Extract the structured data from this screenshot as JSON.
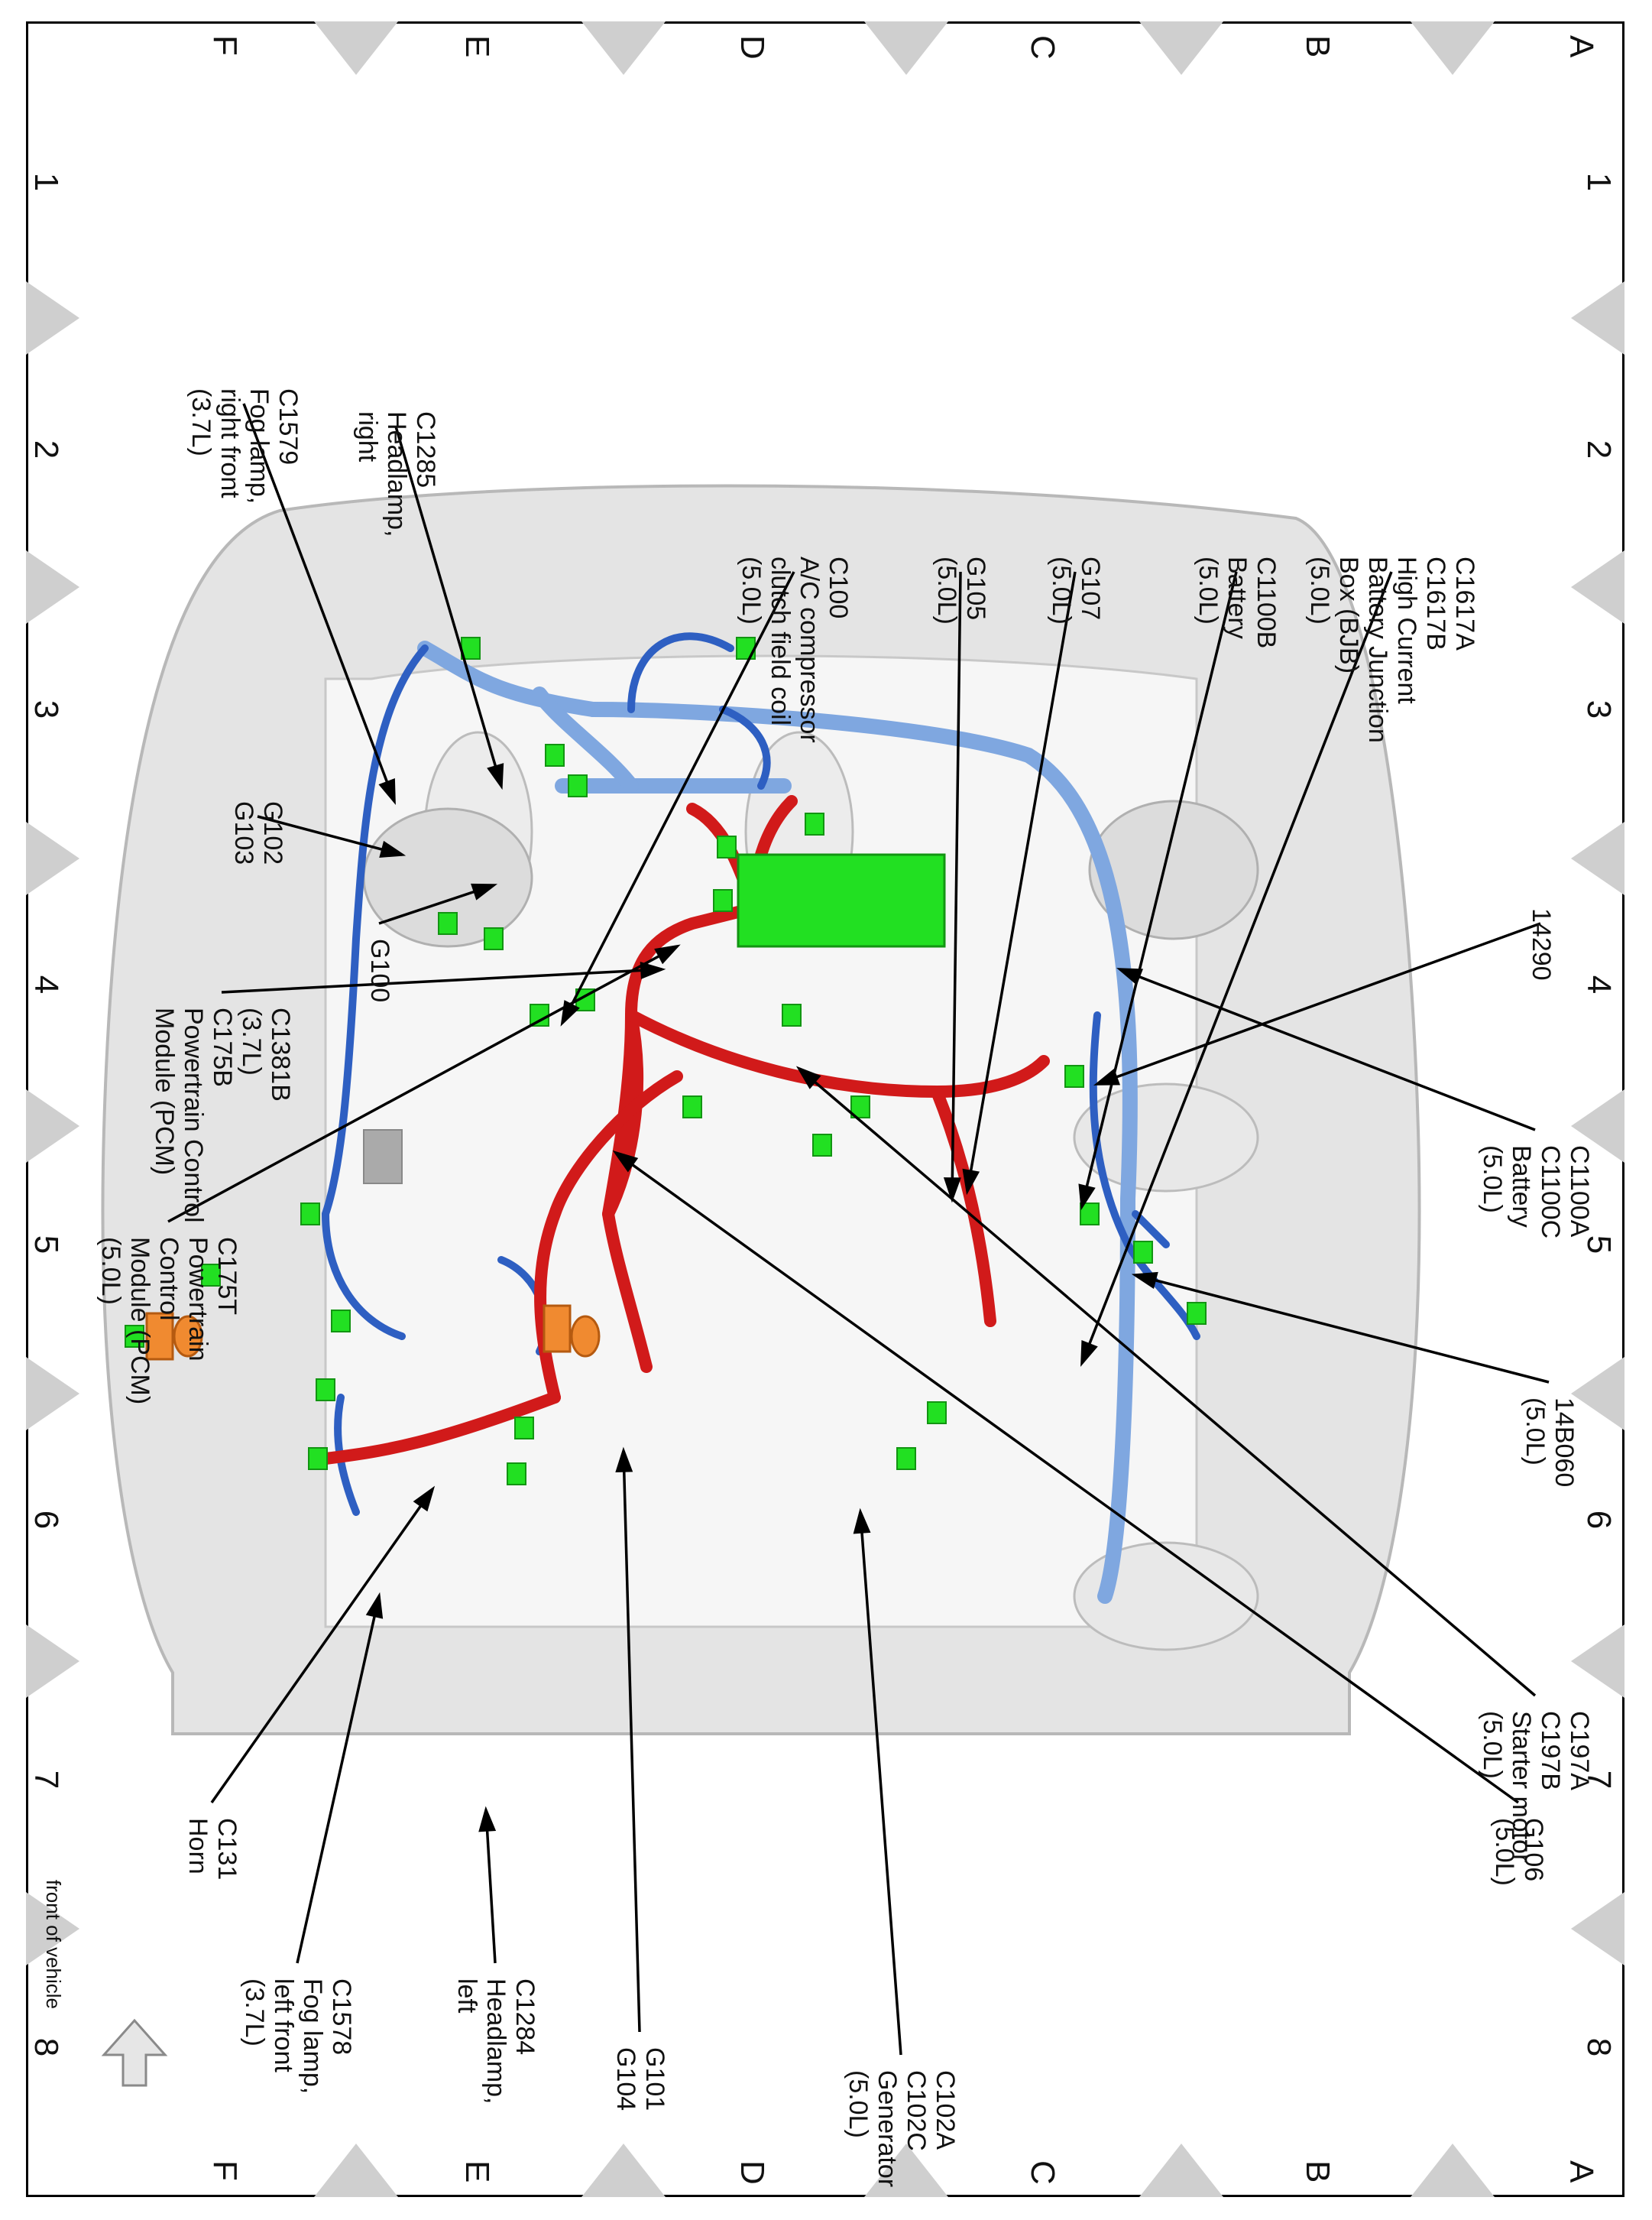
{
  "grid": {
    "columns": [
      "1",
      "2",
      "3",
      "4",
      "5",
      "6",
      "7",
      "8"
    ],
    "rows": [
      "A",
      "B",
      "C",
      "D",
      "E",
      "F"
    ]
  },
  "colors": {
    "power_harness": "#d11a1a",
    "engine_harness": "#2e5fc2",
    "body_harness": "#7fa7e0",
    "connector": "#22e022",
    "component": "#f08a30",
    "vehicle_body": "#e4e4e4",
    "grid_marker": "#cfcfcf"
  },
  "labels": [
    {
      "id": "c1617",
      "lines": [
        "C1617A",
        "C1617B",
        "High Current",
        "Battery Junction",
        "Box (BJB)",
        "(5.0L)"
      ]
    },
    {
      "id": "c1100b",
      "lines": [
        "C1100B",
        "Battery",
        "(5.0L)"
      ]
    },
    {
      "id": "g107",
      "lines": [
        "G107",
        "(5.0L)"
      ]
    },
    {
      "id": "g105",
      "lines": [
        "G105",
        "(5.0L)"
      ]
    },
    {
      "id": "c100",
      "lines": [
        "C100",
        "A/C compressor",
        "clutch field coil",
        "(5.0L)"
      ]
    },
    {
      "id": "c1285",
      "lines": [
        "C1285",
        "Headlamp,",
        "right"
      ]
    },
    {
      "id": "c1579",
      "lines": [
        "C1579",
        "Fog lamp,",
        "right front",
        "(3.7L)"
      ]
    },
    {
      "id": "g102",
      "lines": [
        "G102",
        "G103"
      ]
    },
    {
      "id": "g100",
      "lines": [
        "G100"
      ]
    },
    {
      "id": "c1381b",
      "lines": [
        "C1381B",
        "(3.7L)",
        "C175B",
        "Powertrain Control",
        "Module (PCM)"
      ]
    },
    {
      "id": "c175t",
      "lines": [
        "C175T",
        "Powertrain",
        "Control",
        "Module (PCM)",
        "(5.0L)"
      ]
    },
    {
      "id": "p14290",
      "lines": [
        "14290"
      ]
    },
    {
      "id": "c1100a",
      "lines": [
        "C1100A",
        "C1100C",
        "Battery",
        "(5.0L)"
      ]
    },
    {
      "id": "p14b060",
      "lines": [
        "14B060",
        "(5.0L)"
      ]
    },
    {
      "id": "c197",
      "lines": [
        "C197A",
        "C197B",
        "Starter motor",
        "(5.0L)"
      ]
    },
    {
      "id": "g106",
      "lines": [
        "G106",
        "(5.0L)"
      ]
    },
    {
      "id": "c131",
      "lines": [
        "C131",
        "Horn"
      ]
    },
    {
      "id": "c1578",
      "lines": [
        "C1578",
        "Fog lamp,",
        "left front",
        "(3.7L)"
      ]
    },
    {
      "id": "c1284",
      "lines": [
        "C1284",
        "Headlamp,",
        "left"
      ]
    },
    {
      "id": "g101",
      "lines": [
        "G101",
        "G104"
      ]
    },
    {
      "id": "c102",
      "lines": [
        "C102A",
        "C102C",
        "Generator",
        "(5.0L)"
      ]
    }
  ],
  "front_indicator": "front of vehicle"
}
